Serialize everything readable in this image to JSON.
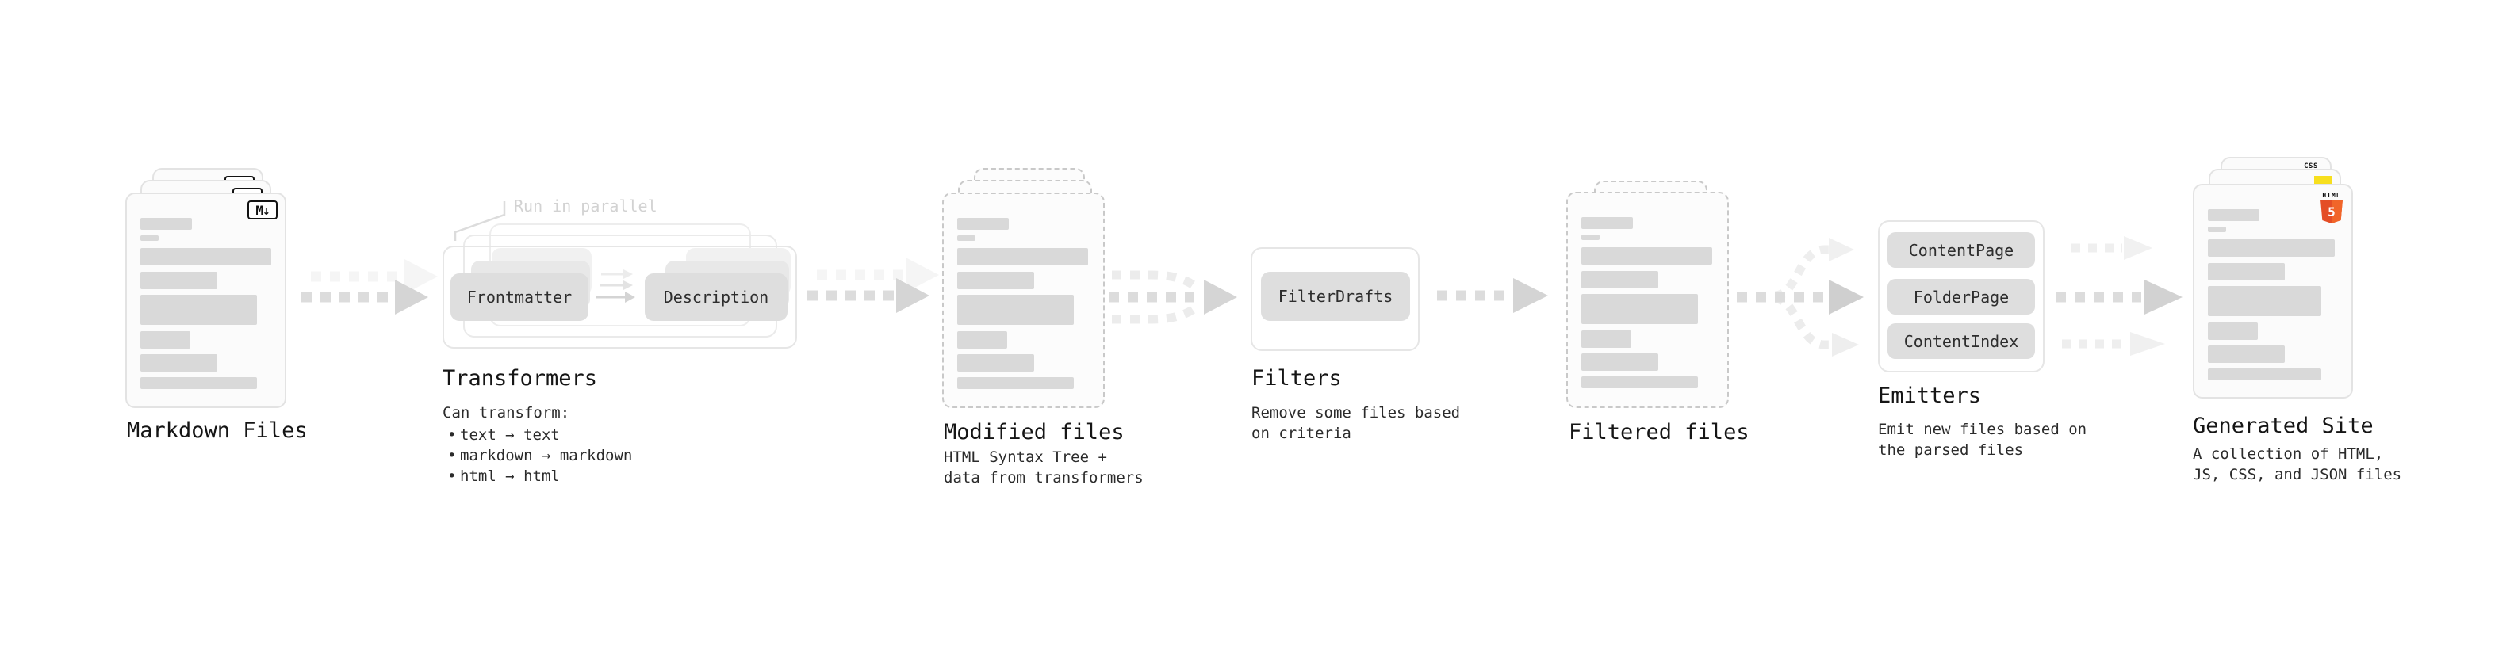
{
  "diagram": {
    "stages": {
      "markdown_files": {
        "label": "Markdown Files",
        "file_badge": "M↓"
      },
      "transformers": {
        "label": "Transformers",
        "annotation": "Run in parallel",
        "box1": "Frontmatter",
        "box2": "Description",
        "description": "Can transform:",
        "bullets": [
          "text → text",
          "markdown → markdown",
          "html → html"
        ]
      },
      "modified_files": {
        "label": "Modified files",
        "description_line1": "HTML Syntax Tree +",
        "description_line2": "data from transformers"
      },
      "filters": {
        "label": "Filters",
        "box": "FilterDrafts",
        "description_line1": "Remove some files based",
        "description_line2": "on criteria"
      },
      "filtered_files": {
        "label": "Filtered files"
      },
      "emitters": {
        "label": "Emitters",
        "box1": "ContentPage",
        "box2": "FolderPage",
        "box3": "ContentIndex",
        "description_line1": "Emit new files based on",
        "description_line2": "the parsed files"
      },
      "generated_site": {
        "label": "Generated Site",
        "description_line1": "A collection of HTML,",
        "description_line2": "JS, CSS, and JSON files",
        "css_badge": "CSS",
        "html_badge_text": "HTML",
        "html_badge_number": "5"
      }
    },
    "colors": {
      "css_accent": "#2965f1",
      "js_accent": "#f7df1e",
      "html_accent": "#e44d26",
      "arrow_gray": "#dcdcdc",
      "bar_gray": "#d9d9d9"
    }
  }
}
